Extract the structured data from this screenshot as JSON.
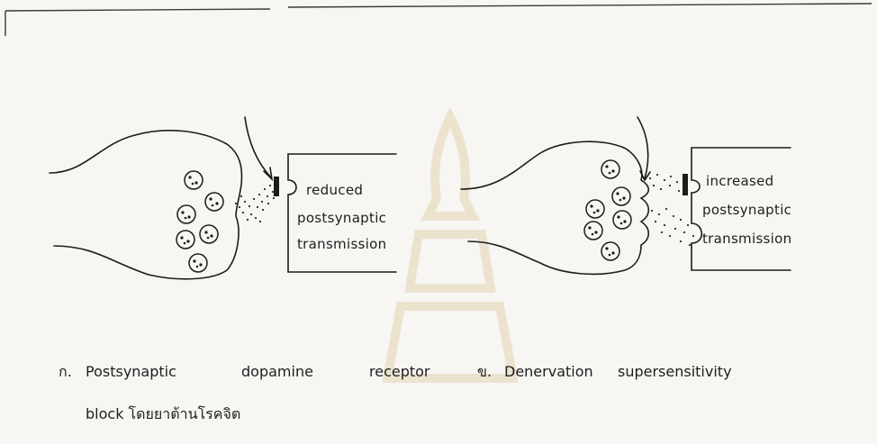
{
  "panel_a": {
    "label_lines": [
      "reduced",
      "postsynaptic",
      "transmission"
    ],
    "caption_marker": "ก.",
    "caption_words": [
      "Postsynaptic",
      "dopamine",
      "receptor"
    ],
    "caption_line2": "block โดยยาต้านโรคจิต"
  },
  "panel_b": {
    "label_lines": [
      "increased",
      "postsynaptic",
      "transmission"
    ],
    "caption_marker": "ข.",
    "caption_words": [
      "Denervation",
      "supersensitivity"
    ]
  },
  "colors": {
    "ink": "#1e1e1e",
    "paper": "#f7f6f3",
    "watermark": "#e8dcc0"
  }
}
